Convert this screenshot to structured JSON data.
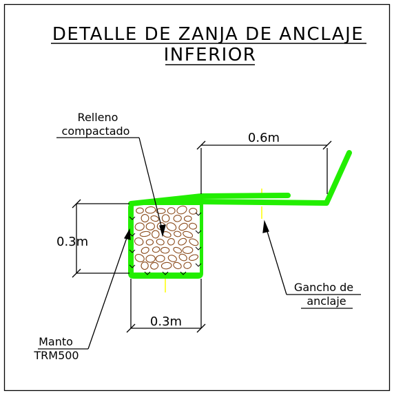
{
  "title": {
    "line1": "DETALLE DE ZANJA DE ANCLAJE",
    "line2": "INFERIOR"
  },
  "labels": {
    "fill_line1": "Relleno",
    "fill_line2": "compactado",
    "hook_line1": "Gancho de",
    "hook_line2": "anclaje",
    "mat_line1": "Manto",
    "mat_line2": "TRM500"
  },
  "dimensions": {
    "top_width": "0.6m",
    "left_height": "0.3m",
    "bottom_width": "0.3m"
  },
  "colors": {
    "membrane": "#22ee00",
    "gravel": "#8a4a1a",
    "line": "#000000",
    "axis": "#ffff00"
  }
}
